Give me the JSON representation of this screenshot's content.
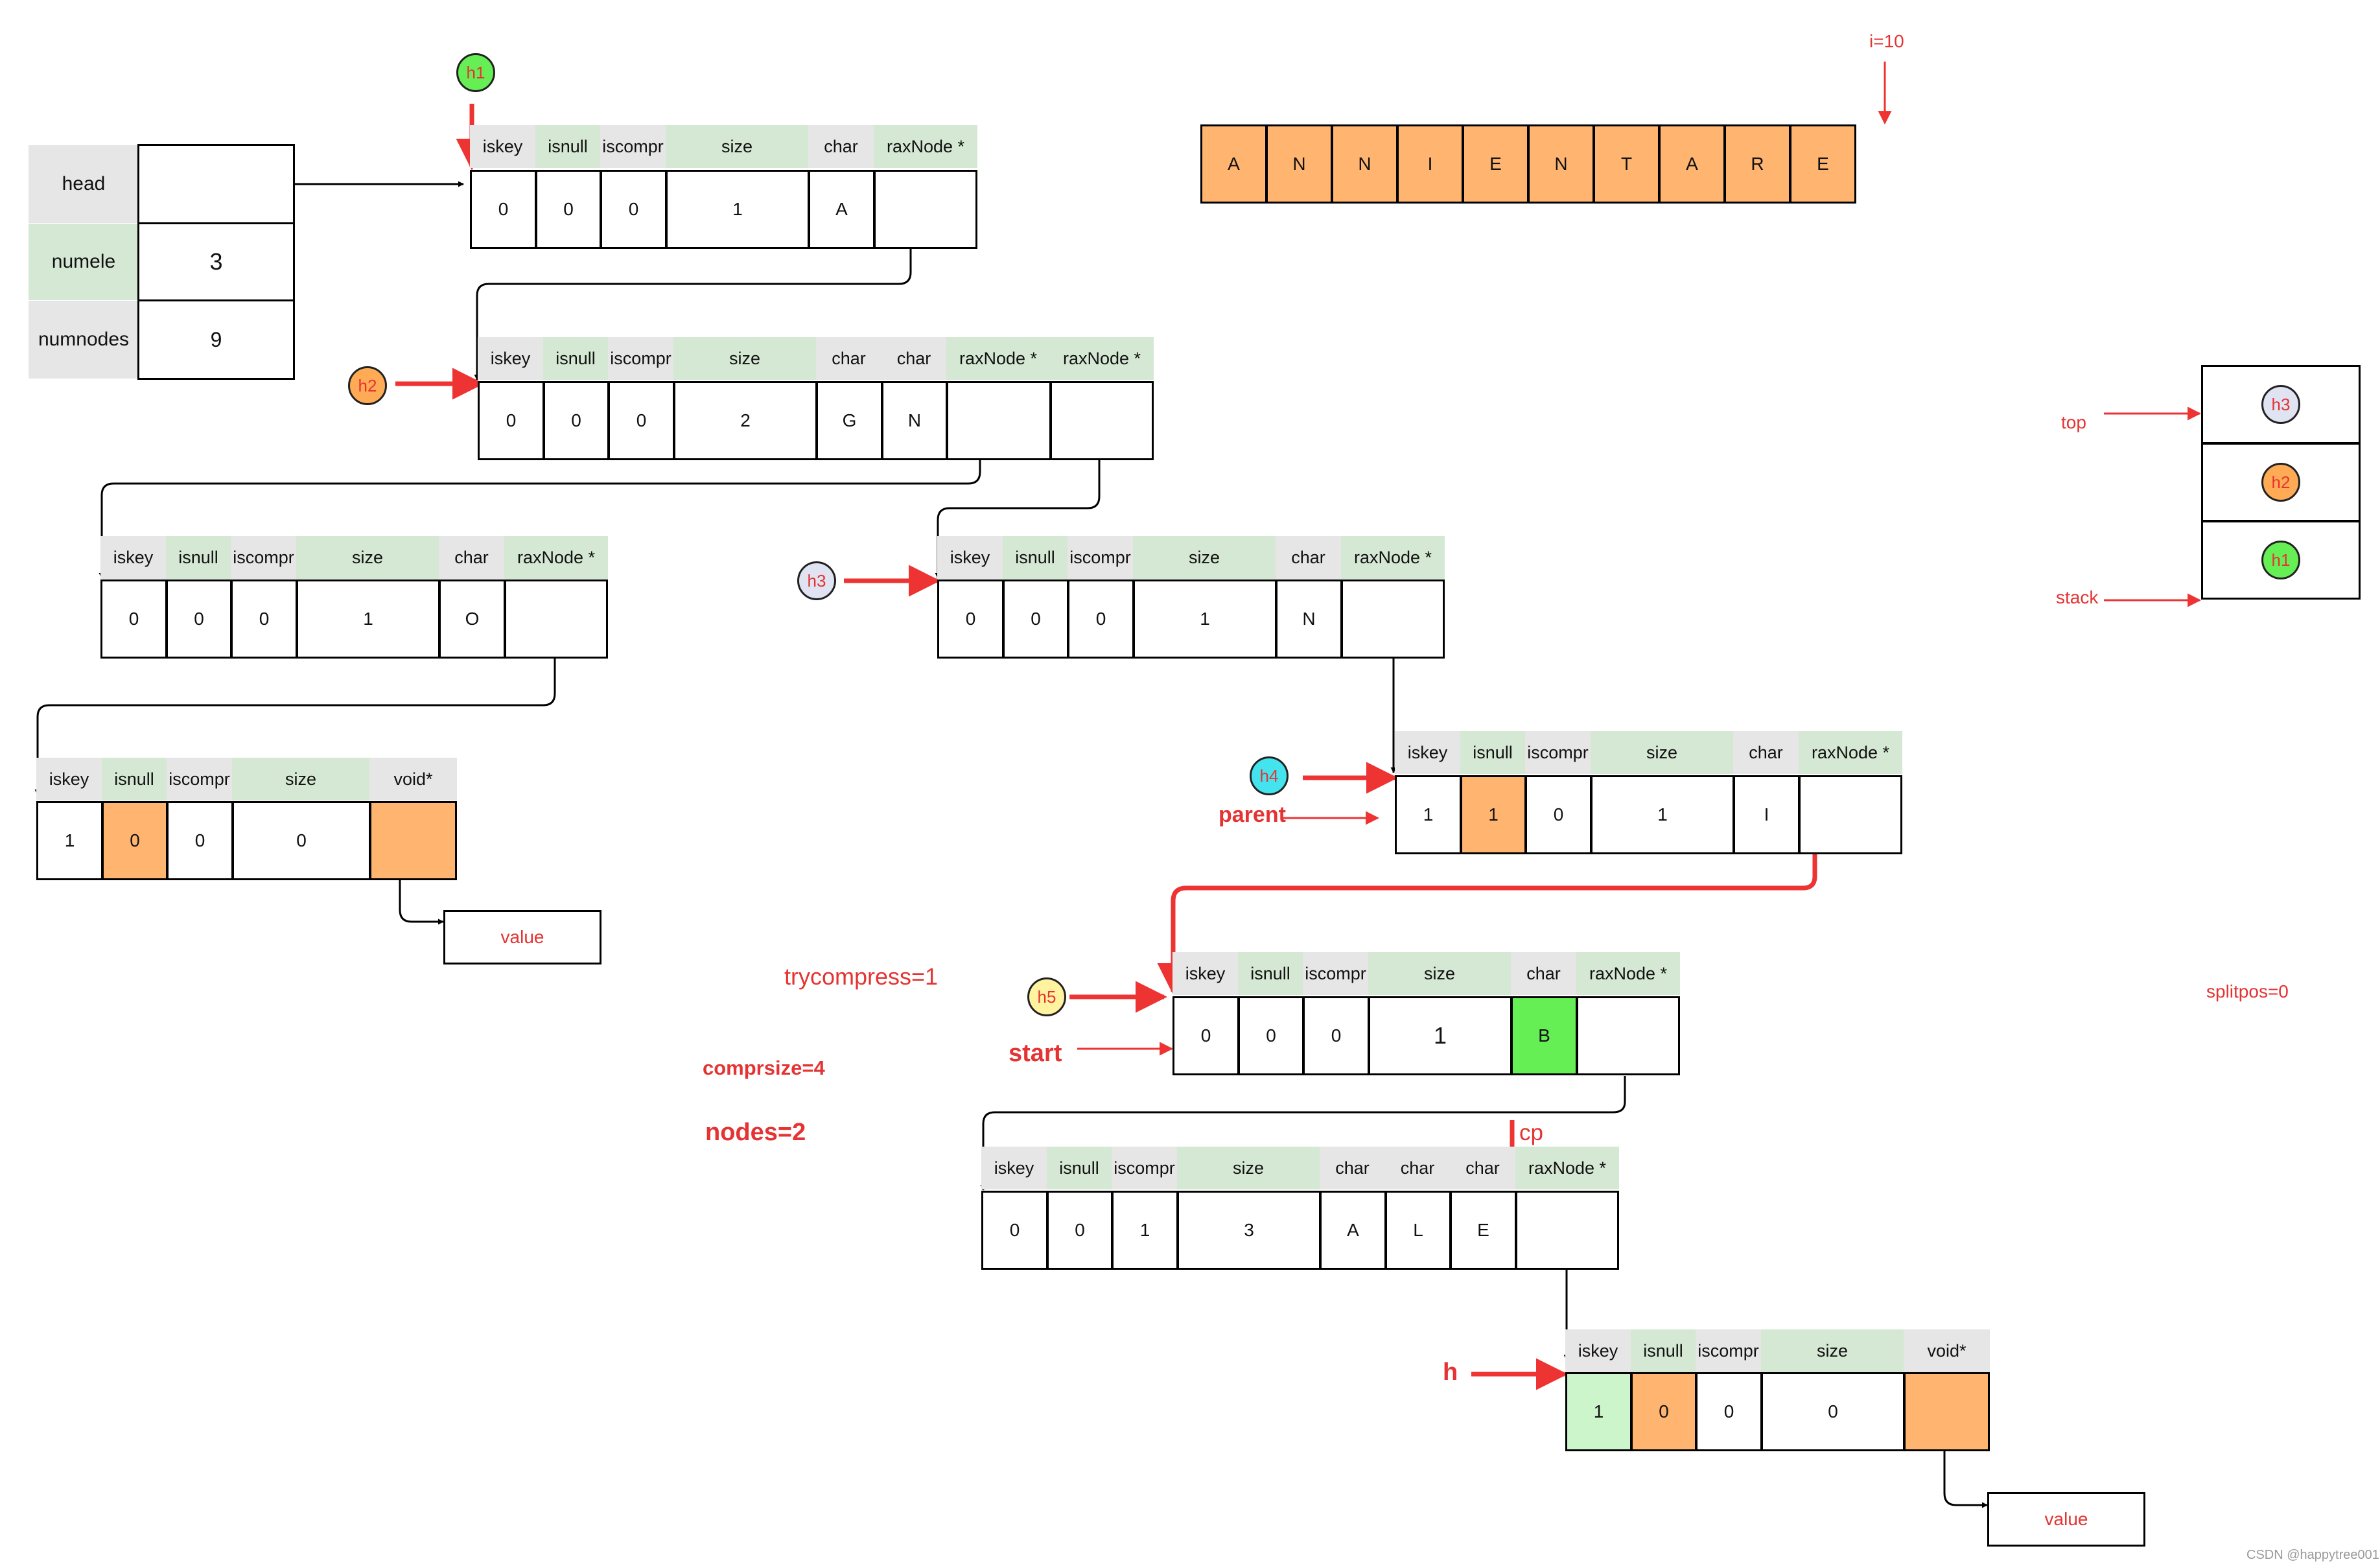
{
  "colors": {
    "header_gray": "#e6e6e6",
    "header_green": "#d5e8d4",
    "value_orange": "#ffb570",
    "value_green": "#66ee55",
    "value_light_green": "#ccf5cc",
    "annotation_red": "#e53333",
    "arrow_red": "#ee3333",
    "arrow_black": "#000000"
  },
  "rax_struct": {
    "rows": [
      {
        "label": "head",
        "value": ""
      },
      {
        "label": "numele",
        "value": "3"
      },
      {
        "label": "numnodes",
        "value": "9"
      }
    ]
  },
  "key_string": {
    "chars": [
      "A",
      "N",
      "N",
      "I",
      "E",
      "N",
      "T",
      "A",
      "R",
      "E"
    ],
    "index_label": "i=10"
  },
  "nodes": [
    {
      "id": "n1",
      "headers": [
        "iskey",
        "isnull",
        "iscompr",
        "size",
        "char",
        "raxNode *"
      ],
      "values": [
        "0",
        "0",
        "0",
        "1",
        "A",
        ""
      ]
    },
    {
      "id": "n2",
      "headers": [
        "iskey",
        "isnull",
        "iscompr",
        "size",
        "char",
        "char",
        "raxNode *",
        "raxNode *"
      ],
      "values": [
        "0",
        "0",
        "0",
        "2",
        "G",
        "N",
        "",
        ""
      ]
    },
    {
      "id": "n3",
      "headers": [
        "iskey",
        "isnull",
        "iscompr",
        "size",
        "char",
        "raxNode *"
      ],
      "values": [
        "0",
        "0",
        "0",
        "1",
        "O",
        ""
      ]
    },
    {
      "id": "n4",
      "headers": [
        "iskey",
        "isnull",
        "iscompr",
        "size",
        "void*"
      ],
      "values": [
        "1",
        "0",
        "0",
        "0",
        ""
      ]
    },
    {
      "id": "n5",
      "headers": [
        "iskey",
        "isnull",
        "iscompr",
        "size",
        "char",
        "raxNode *"
      ],
      "values": [
        "0",
        "0",
        "0",
        "1",
        "N",
        ""
      ]
    },
    {
      "id": "n6",
      "headers": [
        "iskey",
        "isnull",
        "iscompr",
        "size",
        "char",
        "raxNode *"
      ],
      "values": [
        "1",
        "1",
        "0",
        "1",
        "I",
        ""
      ]
    },
    {
      "id": "n7",
      "headers": [
        "iskey",
        "isnull",
        "iscompr",
        "size",
        "char",
        "raxNode *"
      ],
      "values": [
        "0",
        "0",
        "0",
        "1",
        "B",
        ""
      ]
    },
    {
      "id": "n8",
      "headers": [
        "iskey",
        "isnull",
        "iscompr",
        "size",
        "char",
        "char",
        "char",
        "raxNode *"
      ],
      "values": [
        "0",
        "0",
        "1",
        "3",
        "A",
        "L",
        "E",
        ""
      ]
    },
    {
      "id": "n9",
      "headers": [
        "iskey",
        "isnull",
        "iscompr",
        "size",
        "void*"
      ],
      "values": [
        "1",
        "0",
        "0",
        "0",
        ""
      ]
    }
  ],
  "value_boxes": [
    "value",
    "value"
  ],
  "pointers": {
    "h1": "h1",
    "h2": "h2",
    "h3": "h3",
    "h4": "h4",
    "h5": "h5",
    "h": "h",
    "parent": "parent",
    "start": "start",
    "cp": "cp"
  },
  "stack": {
    "items": [
      "h3",
      "h2",
      "h1"
    ],
    "top_label": "top",
    "stack_label": "stack"
  },
  "variables": {
    "trycompress": "trycompress=1",
    "comprsize": "comprsize=4",
    "nodes": "nodes=2",
    "splitpos": "splitpos=0"
  },
  "watermark": "CSDN @happytree001"
}
